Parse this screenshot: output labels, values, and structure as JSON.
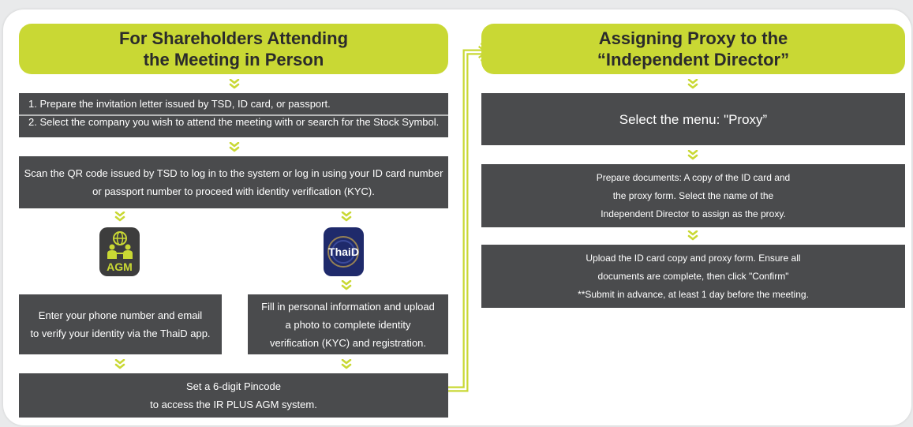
{
  "left_flow": {
    "header": {
      "line1": "For Shareholders Attending",
      "line2": "the Meeting in Person"
    },
    "step1": {
      "line1": "1. Prepare the invitation letter issued by TSD, ID card, or passport.",
      "line2": "2. Select the company you wish to attend the meeting with or search for the Stock Symbol."
    },
    "step2": {
      "line1": "Scan the QR code issued by TSD to log in to the system or log in using your ID card number",
      "line2": "or passport number to proceed with identity verification (KYC)."
    },
    "agm_icon_label": "AGM",
    "thaid_icon_label": "ThaiD",
    "agm_branch": {
      "line1": "Enter your phone number and email",
      "line2": "to verify your identity via the ThaiD app."
    },
    "thaid_branch": {
      "line1": "Fill in personal information and upload",
      "line2": "a photo to complete identity",
      "line3": "verification (KYC) and registration."
    },
    "final": {
      "line1": "Set a 6-digit Pincode",
      "line2": "to access the IR PLUS AGM system."
    }
  },
  "right_flow": {
    "header": {
      "line1": "Assigning Proxy to the",
      "line2": "“Independent Director”"
    },
    "step1": "Select the menu: \"Proxy”",
    "step2": {
      "line1": "Prepare documents: A copy of the ID card and",
      "line2": "the proxy form. Select the name of the",
      "line3": "Independent Director to assign as the proxy."
    },
    "step3": {
      "line1": "Upload the ID card copy and proxy form. Ensure all",
      "line2": "documents are complete, then click \"Confirm\"",
      "line3": "**Submit in advance, at least 1 day before the meeting."
    }
  },
  "colors": {
    "accent": "#c9d834",
    "box": "#4a4b4d",
    "background": "#ffffff",
    "header_text": "#2b2b2b"
  }
}
